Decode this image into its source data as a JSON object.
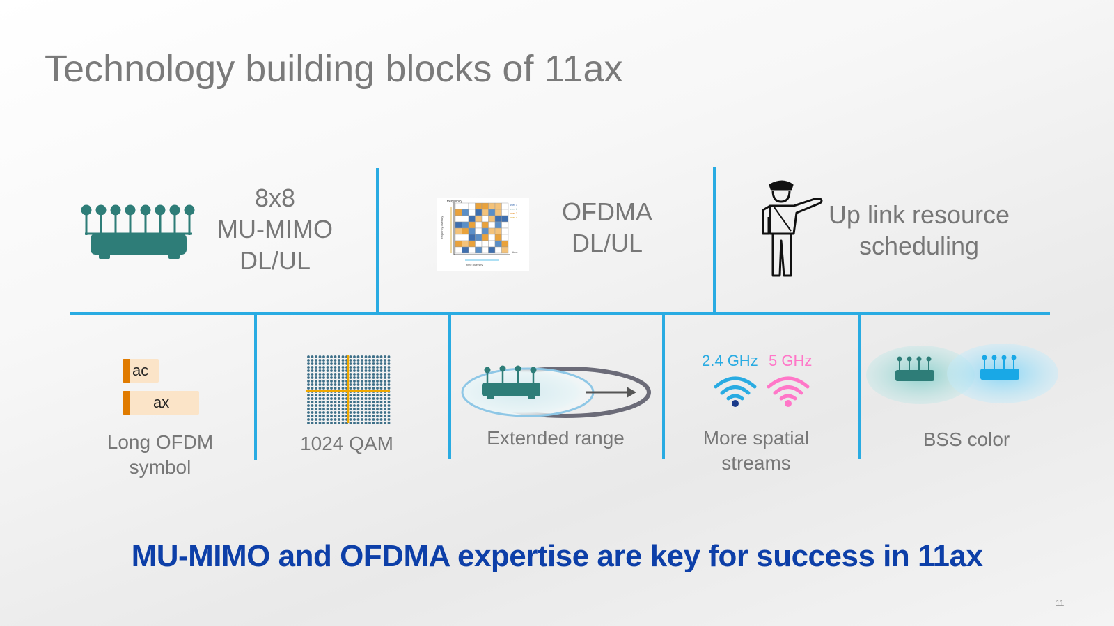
{
  "slide": {
    "title": "Technology building blocks of 11ax",
    "page_number": "11",
    "tagline": "MU-MIMO and OFDMA expertise are key for success in 11ax"
  },
  "top_blocks": [
    {
      "lines": [
        "8x8",
        "MU-MIMO",
        "DL/UL"
      ],
      "icon": "router-8-antenna-icon"
    },
    {
      "lines": [
        "OFDMA",
        "DL/UL"
      ],
      "icon": "ofdma-resource-grid-icon",
      "grid_labels": {
        "y_axis": "frequency",
        "y_side": "frequency diversity",
        "x_axis": "time",
        "x_side": "time diversity",
        "legend": [
          "user 1",
          "user 2",
          "user 3",
          "user 4"
        ]
      }
    },
    {
      "lines": [
        "Up link resource",
        "scheduling"
      ],
      "icon": "traffic-officer-icon"
    }
  ],
  "bottom_blocks": [
    {
      "lines": [
        "Long OFDM",
        "symbol"
      ],
      "icon": "symbol-length-icon",
      "symbol_labels": [
        "ac",
        "ax"
      ]
    },
    {
      "lines": [
        "1024 QAM"
      ],
      "icon": "qam-constellation-icon"
    },
    {
      "lines": [
        "Extended range"
      ],
      "icon": "extended-range-icon"
    },
    {
      "lines": [
        "More spatial",
        "streams"
      ],
      "icon": "dual-band-wifi-icon",
      "bands": [
        "2.4 GHz",
        "5 GHz"
      ]
    },
    {
      "lines": [
        "BSS color"
      ],
      "icon": "bss-color-icon"
    }
  ],
  "colors": {
    "divider": "#29abe2",
    "router_teal": "#2e7d78",
    "band_24": "#29abe2",
    "band_5": "#ff77c8",
    "tagline": "#0d3fa8",
    "orange": "#e07b00"
  }
}
